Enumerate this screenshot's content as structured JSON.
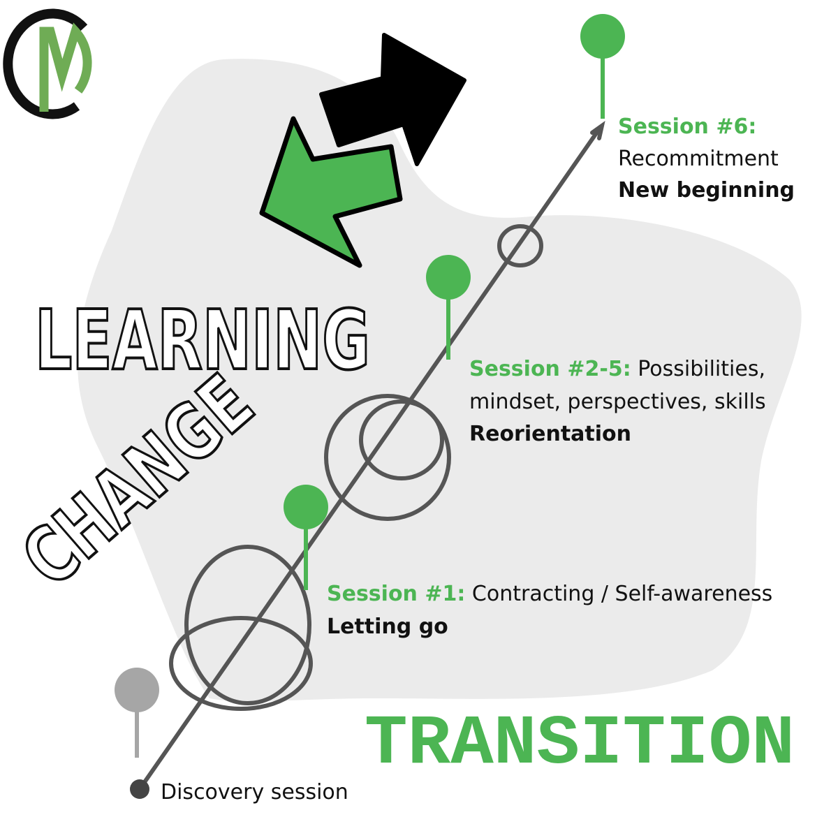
{
  "colors": {
    "accent": "#4cb553",
    "blob": "#ebebeb",
    "path": "#555555",
    "discovery_pin": "#a6a6a6"
  },
  "logo": {
    "letters": "CM"
  },
  "words": {
    "learning": "LEARNING",
    "change": "CHANGE",
    "transition": "TRANSITION"
  },
  "milestones": [
    {
      "label": "Discovery session"
    },
    {
      "title": "Session #1:",
      "desc": "Contracting / Self-awareness",
      "phase": "Letting go"
    },
    {
      "title": "Session #2-5:",
      "desc": "Possibilities,",
      "desc2": "mindset, perspectives, skills",
      "phase": "Reorientation"
    },
    {
      "title": "Session #6:",
      "desc": "Recommitment",
      "phase": "New beginning"
    }
  ]
}
